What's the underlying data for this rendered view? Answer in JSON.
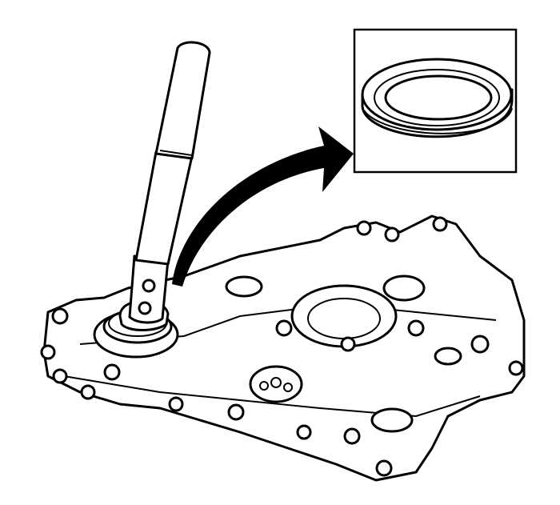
{
  "figure": {
    "colors": {
      "line": "#000000",
      "background": "#ffffff"
    },
    "parts": [
      "seal-installer-tool",
      "front-cover-seal",
      "engine-front-cover",
      "installation-arrow",
      "detail-inset"
    ]
  }
}
